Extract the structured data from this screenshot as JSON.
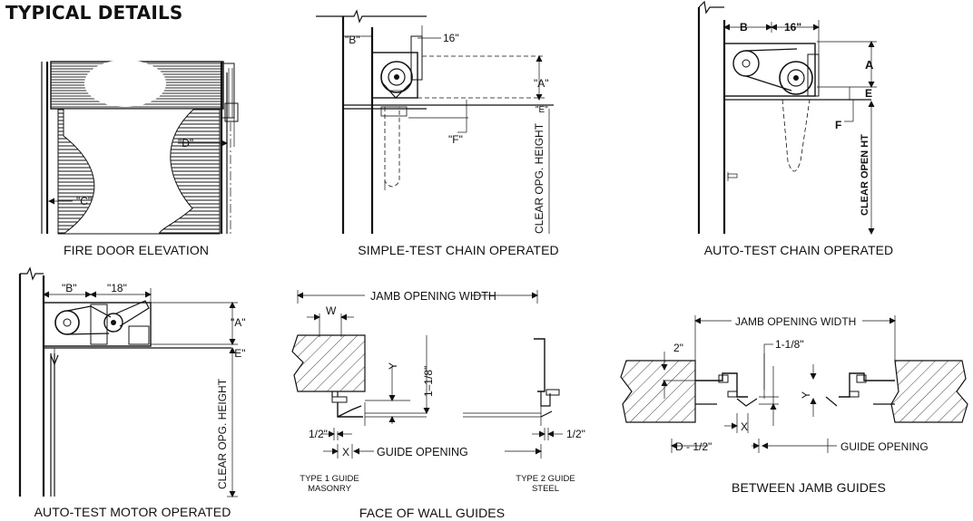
{
  "title": "TYPICAL DETAILS",
  "panels": {
    "fire_door": {
      "caption": "FIRE DOOR ELEVATION",
      "label_c": "\"C\"",
      "label_d": "\"D\""
    },
    "simple_test": {
      "caption": "SIMPLE-TEST CHAIN OPERATED",
      "label_b": "\"B\"",
      "label_16": "16\"",
      "label_a": "\"A\"",
      "label_e": "\"E\"",
      "label_f": "\"F\"",
      "label_height": "CLEAR OPG. HEIGHT"
    },
    "auto_test_chain": {
      "caption": "AUTO-TEST CHAIN OPERATED",
      "label_b": "B",
      "label_16": "16\"",
      "label_a": "A",
      "label_e": "E",
      "label_f": "F",
      "label_height": "CLEAR OPEN HT"
    },
    "auto_test_motor": {
      "caption": "AUTO-TEST MOTOR OPERATED",
      "label_b": "\"B\"",
      "label_18": "\"18\"",
      "label_a": "\"A\"",
      "label_e": "\"E\"",
      "label_height": "CLEAR OPG. HEIGHT"
    },
    "face_of_wall": {
      "caption": "FACE OF WALL GUIDES",
      "jamb_width": "JAMB  OPENING  WIDTH",
      "label_w": "W",
      "label_y": "Y",
      "label_118": "1–1/8\"",
      "label_half_left": "1/2\"",
      "label_half_right": "1/2\"",
      "label_x": "X",
      "guide_opening": "GUIDE  OPENING",
      "type1_line1": "TYPE  1  GUIDE",
      "type1_line2": "MASONRY",
      "type2_line1": "TYPE  2  GUIDE",
      "type2_line2": "STEEL"
    },
    "between_jamb": {
      "caption": "BETWEEN JAMB GUIDES",
      "jamb_width": "JAMB  OPENING  WIDTH",
      "label_2": "2\"",
      "label_118": "1-1/8\"",
      "label_y": "Y",
      "label_x": "X",
      "label_d": "D - 1/2\"",
      "guide_opening": "GUIDE  OPENING"
    }
  }
}
